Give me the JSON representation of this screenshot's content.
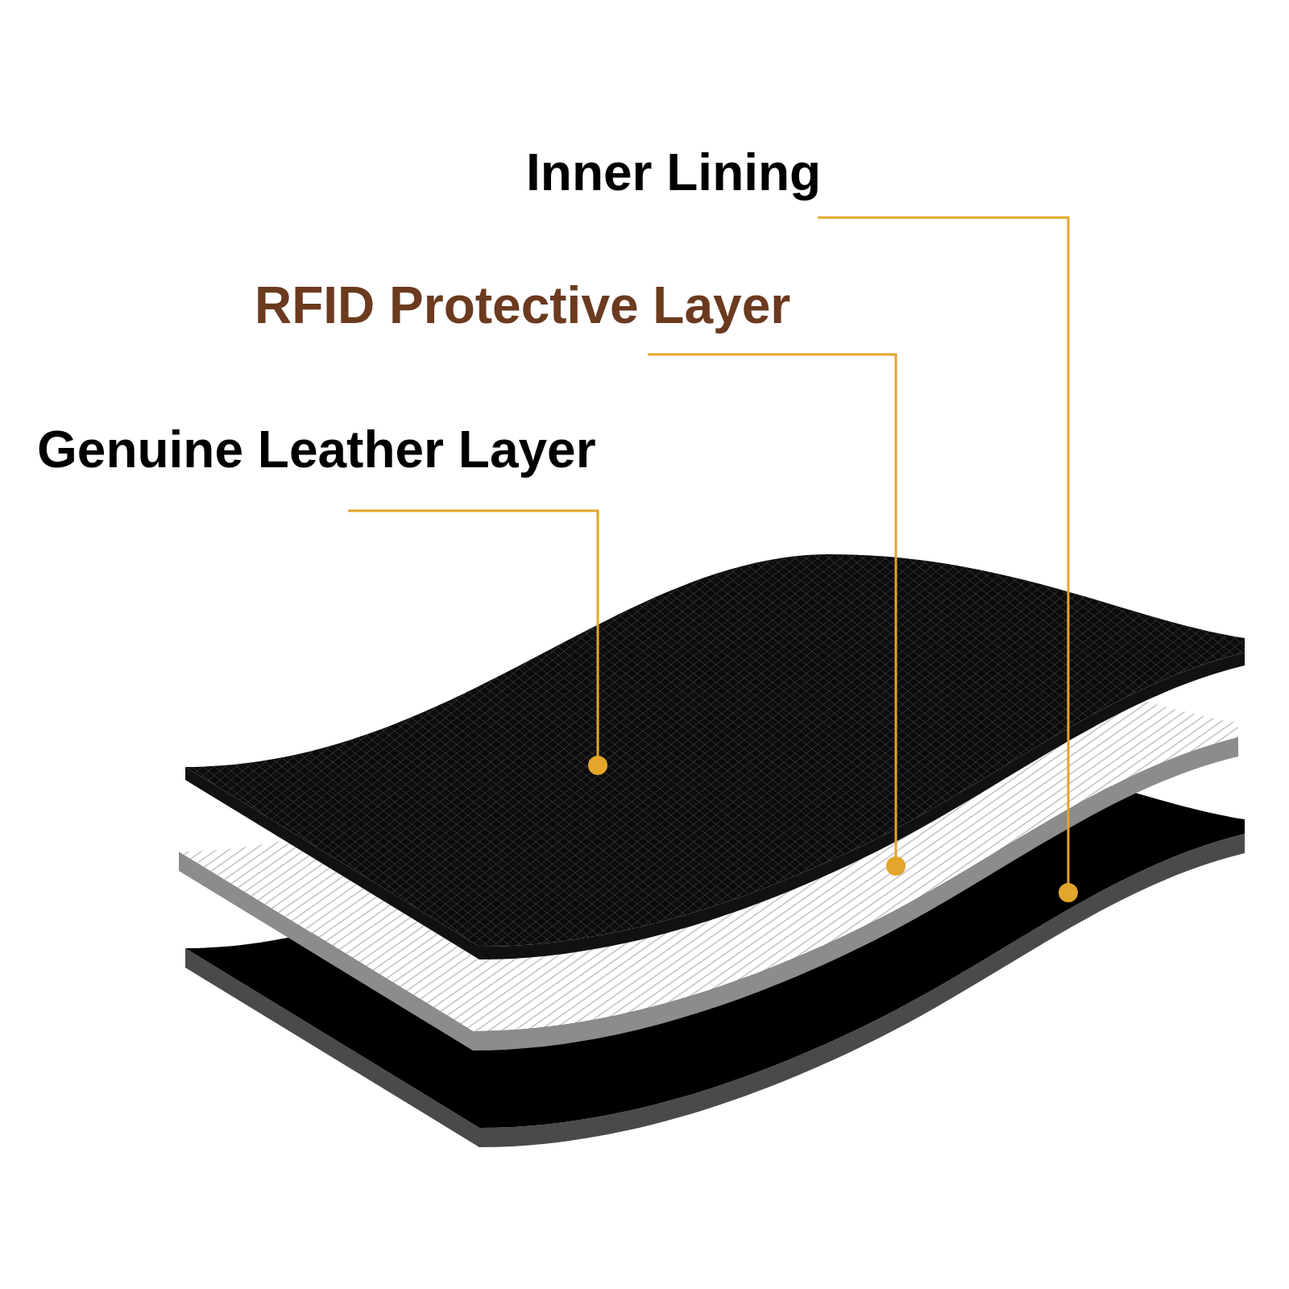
{
  "diagram": {
    "labels": [
      "Inner Lining",
      "RFID Protective Layer",
      "Genuine Leather Layer"
    ]
  }
}
